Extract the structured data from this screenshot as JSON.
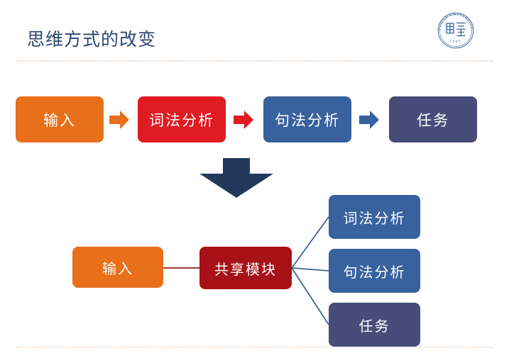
{
  "slide": {
    "title": "思维方式的改变",
    "title_color": "#2C4770",
    "background_color": "#FFFFFF",
    "divider_color": "#E6D6CA"
  },
  "logo": {
    "name": "fudan-university-seal",
    "outer_text": "FUDAN UNIVERSITY",
    "year": "1905",
    "center_text": "复旦",
    "color": "#3F6BA8"
  },
  "pipeline_top": {
    "nodes": [
      {
        "label": "输入",
        "color": "#E8701A"
      },
      {
        "label": "词法分析",
        "color": "#E01B22"
      },
      {
        "label": "句法分析",
        "color": "#38629E"
      },
      {
        "label": "任务",
        "color": "#474D78"
      }
    ],
    "arrows": [
      {
        "name": "arrow-right-orange",
        "color": "#E8701A"
      },
      {
        "name": "arrow-right-red",
        "color": "#E01B22"
      },
      {
        "name": "arrow-right-blue",
        "color": "#38629E"
      }
    ]
  },
  "transition_arrow": {
    "name": "arrow-down",
    "color": "#22395C"
  },
  "pipeline_bottom": {
    "input": {
      "label": "输入",
      "color": "#E8701A"
    },
    "shared": {
      "label": "共享模块",
      "color": "#A81117"
    },
    "outputs": [
      {
        "label": "词法分析",
        "color": "#38629E"
      },
      {
        "label": "句法分析",
        "color": "#38629E"
      },
      {
        "label": "任务",
        "color": "#474D78"
      }
    ],
    "connector_color_input": "#A3413F",
    "connector_color_output": "#3B6394"
  }
}
